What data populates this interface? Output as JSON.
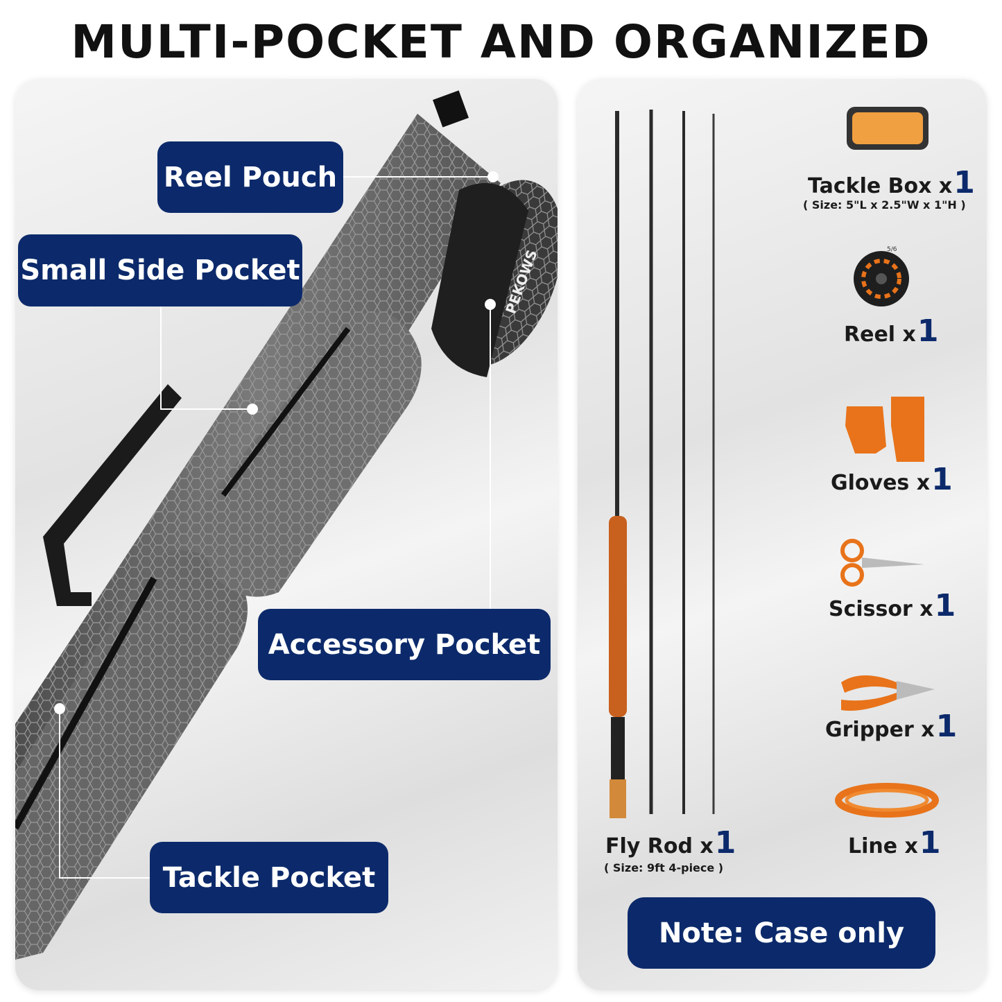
{
  "title": "MULTI-POCKET AND ORGANIZED",
  "callouts": {
    "reel_pouch": "Reel Pouch",
    "small_side_pocket": "Small Side Pocket",
    "accessory_pocket": "Accessory Pocket",
    "tackle_pocket": "Tackle Pocket"
  },
  "case_print": "PEKOWS",
  "items": {
    "tackle_box": {
      "label": "Tackle Box x",
      "qty": "1",
      "size": "( Size: 5\"L x 2.5\"W x 1\"H )"
    },
    "reel": {
      "label": "Reel x",
      "qty": "1",
      "marking": "5/6"
    },
    "gloves": {
      "label": "Gloves x",
      "qty": "1"
    },
    "scissor": {
      "label": "Scissor x",
      "qty": "1"
    },
    "gripper": {
      "label": "Gripper x",
      "qty": "1"
    },
    "line": {
      "label": "Line x",
      "qty": "1"
    },
    "fly_rod": {
      "label": "Fly Rod x",
      "qty": "1",
      "size": "( Size: 9ft 4-piece )"
    }
  },
  "note": "Note: Case only",
  "colors": {
    "accent": "#0c2a6b",
    "product_orange": "#e8731a",
    "case_gray": "#6b6b6b"
  }
}
